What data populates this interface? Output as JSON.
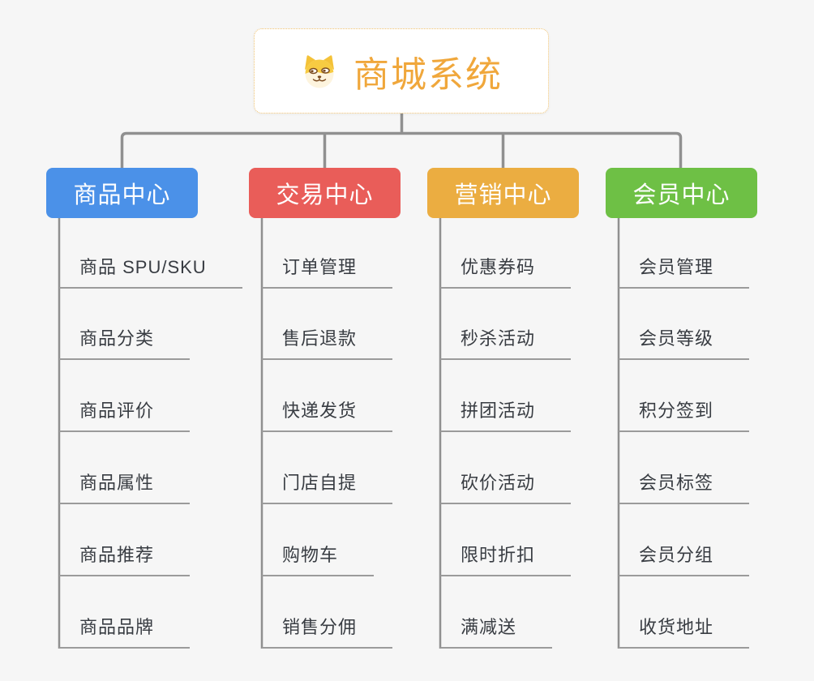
{
  "canvas": {
    "background": "#f6f6f6",
    "line_color": "#909090",
    "underline_color": "#9b9b9b"
  },
  "root": {
    "title": "商城系统",
    "icon": "dog-face-icon",
    "text_color": "#f0a73b",
    "border_color": "#f0c271",
    "background": "#ffffff"
  },
  "branches": [
    {
      "label": "商品中心",
      "color": "#4b91e8",
      "items": [
        "商品 SPU/SKU",
        "商品分类",
        "商品评价",
        "商品属性",
        "商品推荐",
        "商品品牌"
      ]
    },
    {
      "label": "交易中心",
      "color": "#e95d59",
      "items": [
        "订单管理",
        "售后退款",
        "快递发货",
        "门店自提",
        "购物车",
        "销售分佣"
      ]
    },
    {
      "label": "营销中心",
      "color": "#ebad41",
      "items": [
        "优惠券码",
        "秒杀活动",
        "拼团活动",
        "砍价活动",
        "限时折扣",
        "满减送"
      ]
    },
    {
      "label": "会员中心",
      "color": "#6ec045",
      "items": [
        "会员管理",
        "会员等级",
        "积分签到",
        "会员标签",
        "会员分组",
        "收货地址"
      ]
    }
  ]
}
